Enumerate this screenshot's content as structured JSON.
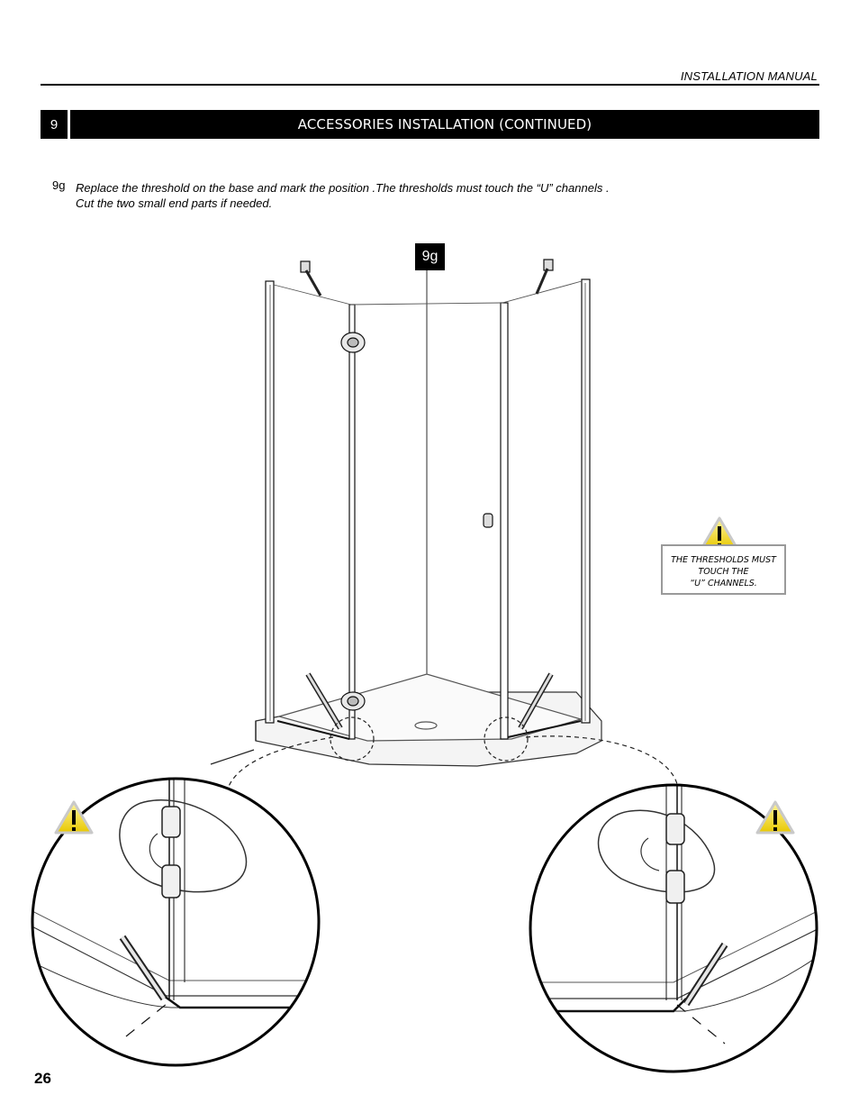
{
  "header": {
    "manual_title": "INSTALLATION MANUAL"
  },
  "section": {
    "number": "9",
    "title": "ACCESSORIES INSTALLATION (CONTINUED)"
  },
  "step": {
    "label": "9g",
    "text_lines": [
      "Replace the threshold on the base and mark the position .The thresholds must touch the “U” channels .",
      "Cut the two small end parts if needed."
    ]
  },
  "figure": {
    "callout_label": "9g",
    "warning_lines": [
      "THE THRESHOLDS MUST",
      "TOUCH THE",
      "“U” CHANNELS."
    ],
    "warning_icon": "warning-triangle-icon",
    "warning_color": "#f2d400"
  },
  "footer": {
    "page_number": "26"
  }
}
